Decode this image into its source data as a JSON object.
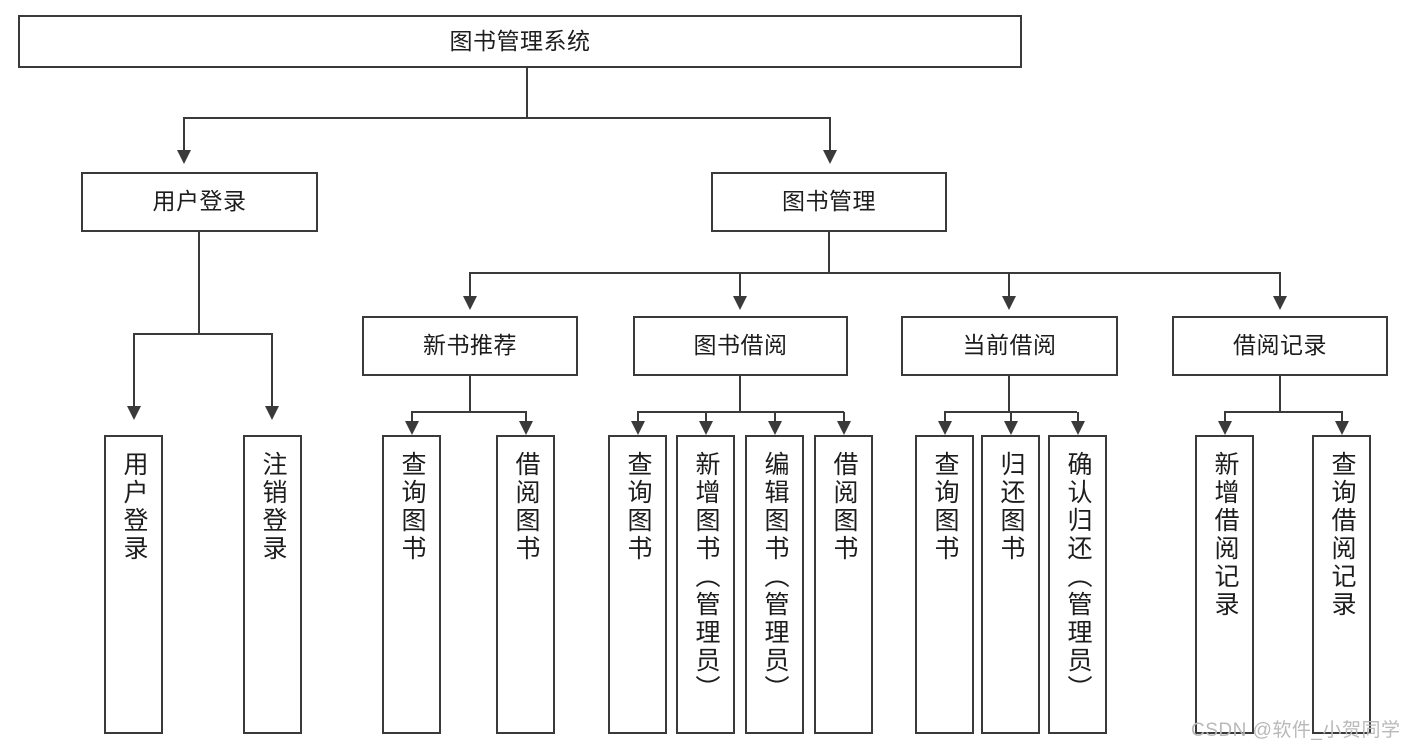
{
  "diagram": {
    "title": "图书管理系统",
    "type": "tree",
    "watermark": "CSDN @软件_小贺同学",
    "colors": {
      "stroke": "#3a3a3a",
      "fill": "#ffffff",
      "text": "#1d1d1d",
      "watermark": "#b9b9b9"
    },
    "levels": {
      "root": {
        "label": "图书管理系统"
      },
      "level2": [
        {
          "label": "用户登录"
        },
        {
          "label": "图书管理"
        }
      ],
      "level3": [
        {
          "label": "新书推荐"
        },
        {
          "label": "图书借阅"
        },
        {
          "label": "当前借阅"
        },
        {
          "label": "借阅记录"
        }
      ],
      "leaves": {
        "user_login": [
          {
            "label": "用户登录"
          },
          {
            "label": "注销登录"
          }
        ],
        "new_book_recommend": [
          {
            "label": "查询图书"
          },
          {
            "label": "借阅图书"
          }
        ],
        "book_borrow": [
          {
            "label": "查询图书"
          },
          {
            "label": "新增图书（管理员）"
          },
          {
            "label": "编辑图书（管理员）"
          },
          {
            "label": "借阅图书"
          }
        ],
        "current_borrow": [
          {
            "label": "查询图书"
          },
          {
            "label": "归还图书"
          },
          {
            "label": "确认归还（管理员）"
          }
        ],
        "borrow_record": [
          {
            "label": "新增借阅记录"
          },
          {
            "label": "查询借阅记录"
          }
        ]
      }
    }
  }
}
